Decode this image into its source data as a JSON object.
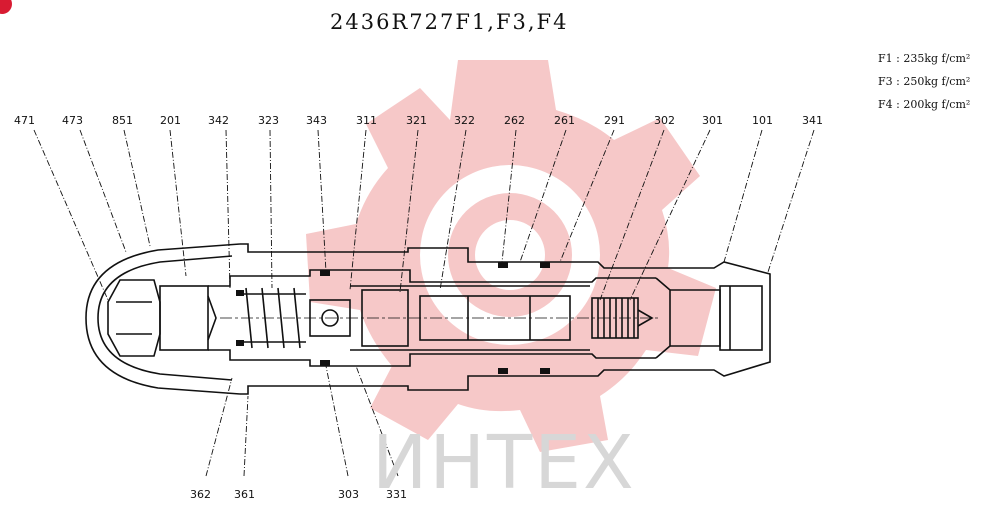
{
  "title": "2436R727F1,F3,F4",
  "specs": [
    "F1 : 235kg f/cm²",
    "F3 : 250kg f/cm²",
    "F4 : 200kg f/cm²"
  ],
  "watermark_text": "ИНТЕХ",
  "top_labels": [
    "471",
    "473",
    "851",
    "201",
    "342",
    "323",
    "343",
    "311",
    "321",
    "322",
    "262",
    "261",
    "291",
    "302",
    "301",
    "101",
    "341"
  ],
  "bottom_labels": [
    "362",
    "361",
    "303",
    "331"
  ],
  "colors": {
    "line": "#111111",
    "watermark": "#f3b6b6",
    "badge": "#d81b32"
  }
}
